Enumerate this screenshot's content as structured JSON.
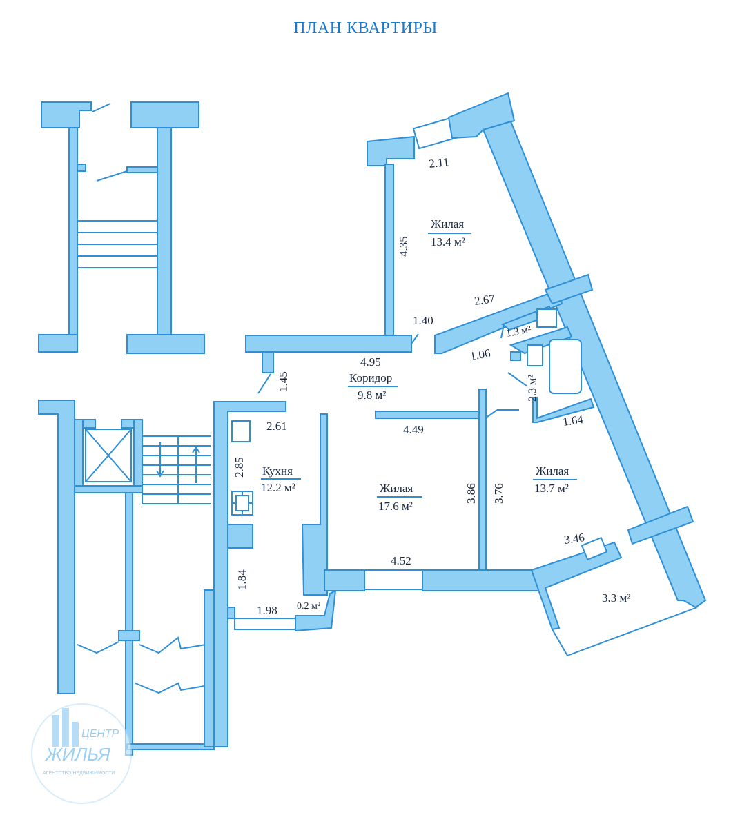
{
  "title": "ПЛАН КВАРТИРЫ",
  "colors": {
    "wall_fill": "#8fd0f4",
    "wall_stroke": "#2f8fd6",
    "title": "#1a7ad0"
  },
  "rooms": {
    "living_top": {
      "name": "Жилая",
      "area": "13.4 м²"
    },
    "corridor": {
      "name": "Коридор",
      "area": "9.8 м²"
    },
    "kitchen": {
      "name": "Кухня",
      "area": "12.2 м²"
    },
    "living_mid": {
      "name": "Жилая",
      "area": "17.6 м²"
    },
    "living_right": {
      "name": "Жилая",
      "area": "13.7 м²"
    },
    "toilet": {
      "area": "1.3 м²"
    },
    "bath": {
      "area": "2.3 м²"
    },
    "closet": {
      "area": "0.2 м²"
    },
    "balcony": {
      "area": "3.3 м²"
    }
  },
  "dimensions": {
    "d_2_11": "2.11",
    "d_4_35": "4.35",
    "d_2_67": "2.67",
    "d_1_40": "1.40",
    "d_1_06": "1.06",
    "d_4_95": "4.95",
    "d_1_45": "1.45",
    "d_2_61": "2.61",
    "d_2_85": "2.85",
    "d_4_49": "4.49",
    "d_1_64": "1.64",
    "d_3_86": "3.86",
    "d_3_76": "3.76",
    "d_3_46": "3.46",
    "d_4_52": "4.52",
    "d_1_84": "1.84",
    "d_1_98": "1.98"
  },
  "logo": {
    "line1": "ЦЕНТР",
    "line2": "ЖИЛЬЯ",
    "line3": "АГЕНТСТВО НЕДВИЖИМОСТИ"
  }
}
